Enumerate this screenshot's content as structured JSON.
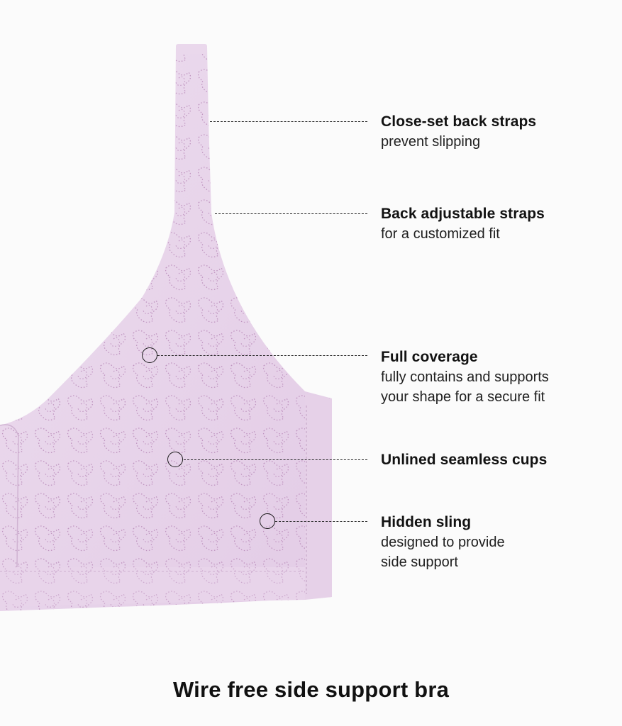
{
  "product": {
    "caption": "Wire free side support bra",
    "color": "#e9d6ec",
    "pattern_color": "#b98ab9"
  },
  "callouts": [
    {
      "title": "Close-set back straps",
      "lines": [
        "prevent slipping"
      ]
    },
    {
      "title": "Back adjustable straps",
      "lines": [
        "for a customized fit"
      ]
    },
    {
      "title": "Full coverage",
      "lines": [
        "fully contains and supports",
        "your shape for a secure fit"
      ]
    },
    {
      "title": "Unlined seamless cups",
      "lines": []
    },
    {
      "title": "Hidden sling",
      "lines": [
        "designed to provide",
        "side support"
      ]
    }
  ]
}
